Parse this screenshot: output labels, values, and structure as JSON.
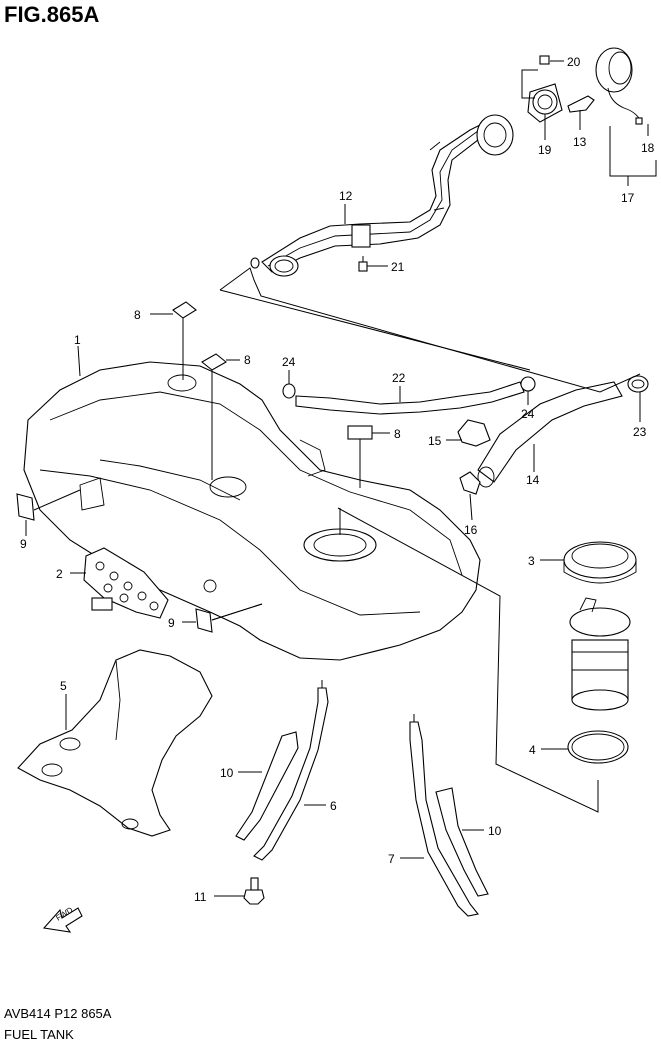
{
  "figure": {
    "title": "FIG.865A",
    "code": "AVB414 P12 865A",
    "name": "FUEL TANK"
  },
  "callouts": [
    {
      "id": "c1",
      "text": "1"
    },
    {
      "id": "c2",
      "text": "2"
    },
    {
      "id": "c3",
      "text": "3"
    },
    {
      "id": "c4",
      "text": "4"
    },
    {
      "id": "c5",
      "text": "5"
    },
    {
      "id": "c6",
      "text": "6"
    },
    {
      "id": "c7",
      "text": "7"
    },
    {
      "id": "c8a",
      "text": "8"
    },
    {
      "id": "c8b",
      "text": "8"
    },
    {
      "id": "c8c",
      "text": "8"
    },
    {
      "id": "c9a",
      "text": "9"
    },
    {
      "id": "c9b",
      "text": "9"
    },
    {
      "id": "c10a",
      "text": "10"
    },
    {
      "id": "c10b",
      "text": "10"
    },
    {
      "id": "c11",
      "text": "11"
    },
    {
      "id": "c12",
      "text": "12"
    },
    {
      "id": "c13",
      "text": "13"
    },
    {
      "id": "c14",
      "text": "14"
    },
    {
      "id": "c15",
      "text": "15"
    },
    {
      "id": "c16",
      "text": "16"
    },
    {
      "id": "c17",
      "text": "17"
    },
    {
      "id": "c18",
      "text": "18"
    },
    {
      "id": "c19",
      "text": "19"
    },
    {
      "id": "c20",
      "text": "20"
    },
    {
      "id": "c21",
      "text": "21"
    },
    {
      "id": "c22",
      "text": "22"
    },
    {
      "id": "c23",
      "text": "23"
    },
    {
      "id": "c24a",
      "text": "24"
    },
    {
      "id": "c24b",
      "text": "24"
    }
  ],
  "fwd_arrow": {
    "text": "FWD",
    "icon": "fwd-arrow-icon"
  }
}
